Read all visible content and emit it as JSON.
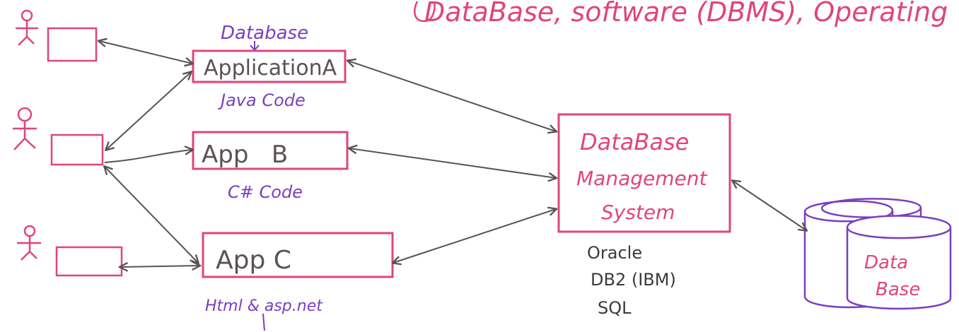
{
  "header": {
    "line_text": "DataBase, software (DBMS), Operating"
  },
  "apps": {
    "a": {
      "label": "ApplicationA",
      "above": "Database",
      "below": "Java Code"
    },
    "b": {
      "label": "App   B",
      "below": "C# Code"
    },
    "c": {
      "label": "App C",
      "below": "Html & asp.net"
    }
  },
  "dbms": {
    "line1": "DataBase",
    "line2": "Management",
    "line3": "System",
    "examples": [
      "Oracle",
      "DB2 (IBM)",
      "SQL"
    ]
  },
  "database": {
    "line1": "Data",
    "line2": "Base"
  },
  "colors": {
    "pink": "#e0457b",
    "purple": "#7a3fbf",
    "arrow": "#5a5257"
  },
  "icons": [
    "person-icon",
    "terminal-box",
    "database-cylinder-icon"
  ]
}
